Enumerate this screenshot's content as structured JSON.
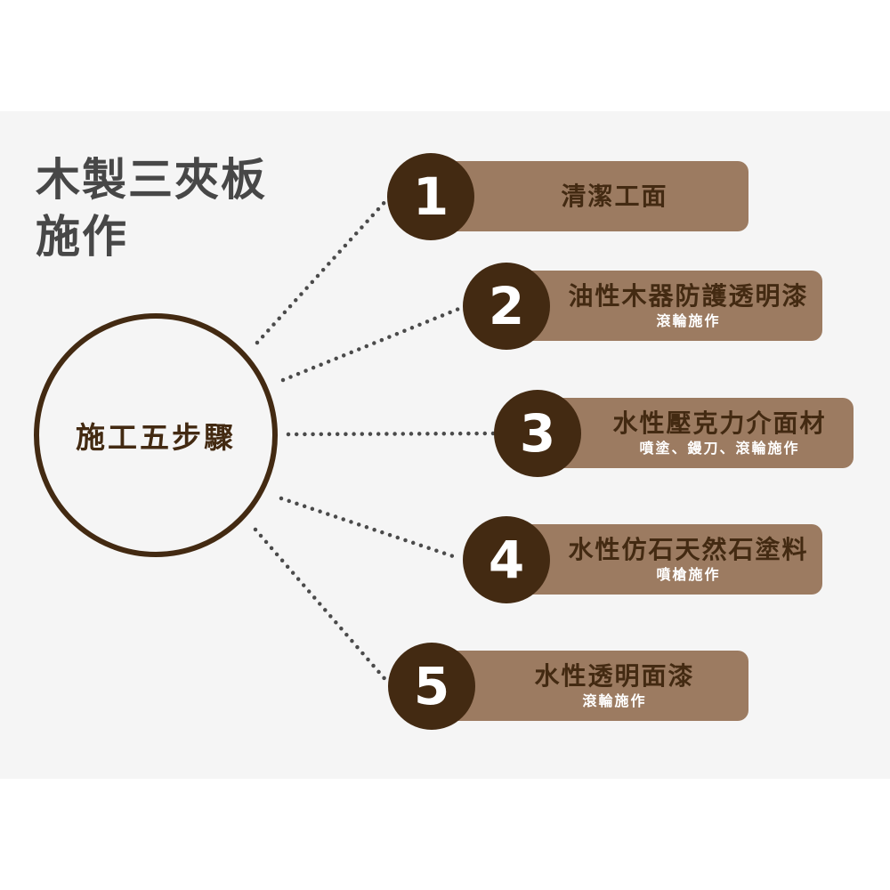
{
  "title": {
    "line1": "木製三夾板",
    "line2": "施作"
  },
  "hub": {
    "label": "施工五步驟"
  },
  "colors": {
    "background": "#f5f5f5",
    "dark_brown": "#432a12",
    "box_brown": "#9c7b61",
    "title_gray": "#474747",
    "dots": "#4a4a4a"
  },
  "steps": [
    {
      "number": "1",
      "title": "清潔工面",
      "subtitle": ""
    },
    {
      "number": "2",
      "title": "油性木器防護透明漆",
      "subtitle": "滾輪施作"
    },
    {
      "number": "3",
      "title": "水性壓克力介面材",
      "subtitle": "噴塗、鏝刀、滾輪施作"
    },
    {
      "number": "4",
      "title": "水性仿石天然石塗料",
      "subtitle": "噴槍施作"
    },
    {
      "number": "5",
      "title": "水性透明面漆",
      "subtitle": "滾輪施作"
    }
  ]
}
